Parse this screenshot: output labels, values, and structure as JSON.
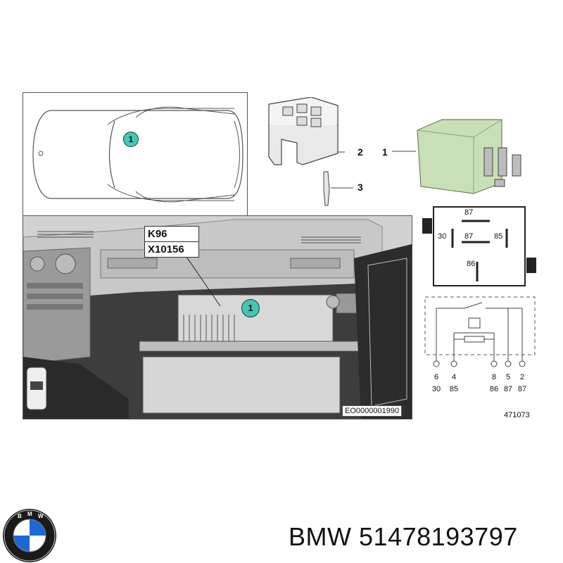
{
  "car_view": {
    "callout": "1"
  },
  "parts": {
    "part1_callout": "1",
    "part2_callout": "2",
    "part3_callout": "3"
  },
  "relay_pinout": {
    "pins": [
      "87",
      "30",
      "87",
      "85",
      "86"
    ]
  },
  "schematic": {
    "pin_numbers": [
      "6",
      "4",
      "8",
      "5",
      "2"
    ],
    "pin_terminals": [
      "30",
      "85",
      "86",
      "87",
      "87"
    ]
  },
  "install_view": {
    "connector_label": "K96",
    "plug_label": "X10156",
    "callout": "1",
    "image_code": "EO0000001990"
  },
  "diagram_number": "471073",
  "footer": {
    "brand": "BMW",
    "part_number": "51478193797"
  },
  "colors": {
    "relay_green": "#c9dfb6",
    "callout_teal": "#3fc9b4",
    "bmw_blue": "#1c69d4"
  }
}
